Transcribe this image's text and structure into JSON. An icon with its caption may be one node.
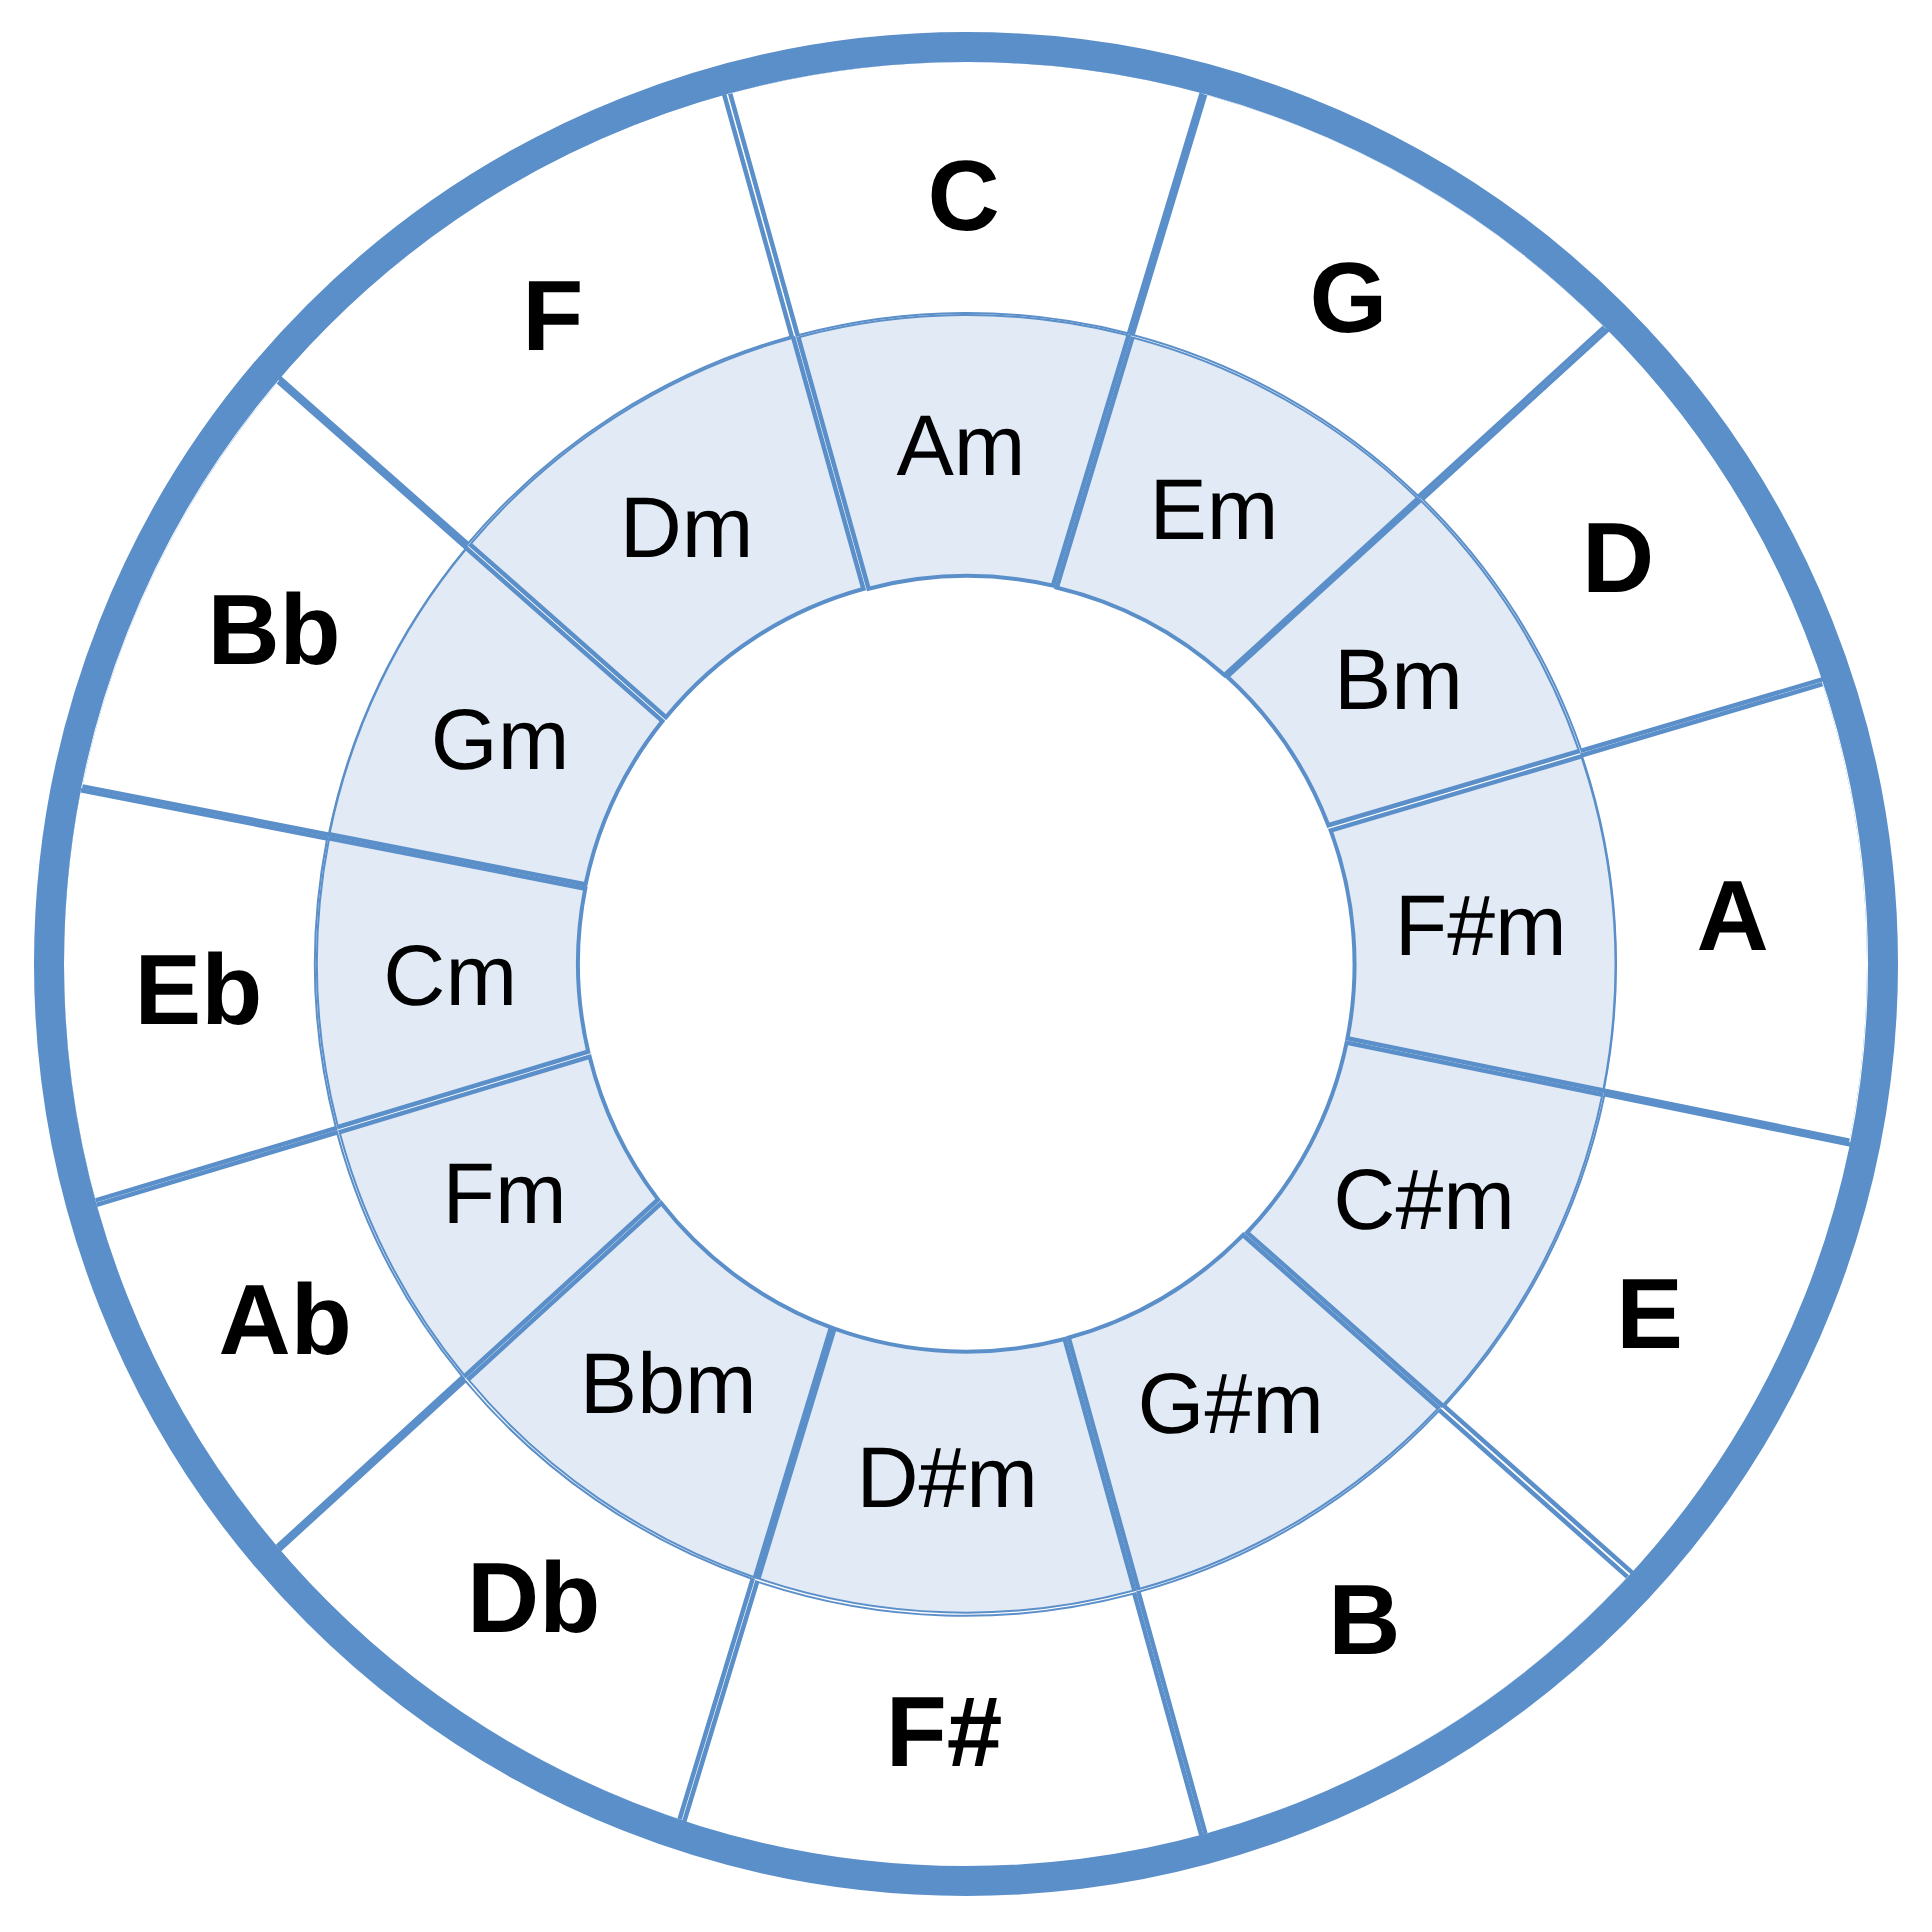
{
  "diagram": {
    "nodes": [
      {
        "text": [
          "C"
        ]
      },
      {
        "text": [
          "G"
        ]
      },
      {
        "text": [
          "D"
        ]
      },
      {
        "text": [
          "A"
        ]
      },
      {
        "text": [
          "E"
        ]
      },
      {
        "text": [
          "B"
        ]
      },
      {
        "text": [
          "F#"
        ]
      },
      {
        "text": [
          "Db"
        ]
      },
      {
        "text": [
          "Ab"
        ]
      },
      {
        "text": [
          "Eb"
        ]
      },
      {
        "text": [
          "Bb"
        ]
      },
      {
        "text": [
          "F"
        ]
      },
      {
        "text": [
          "Am"
        ]
      },
      {
        "text": [
          "Em"
        ]
      },
      {
        "text": [
          "Bm"
        ]
      },
      {
        "text": [
          "F#m"
        ]
      },
      {
        "text": [
          "C#m"
        ]
      },
      {
        "text": [
          "G#m"
        ]
      },
      {
        "text": [
          "D#m"
        ]
      },
      {
        "text": [
          "Bbm"
        ]
      },
      {
        "text": [
          "Fm"
        ]
      },
      {
        "text": [
          "Cm"
        ]
      },
      {
        "text": [
          "Gm"
        ]
      },
      {
        "text": [
          "Dm"
        ]
      }
    ]
  }
}
